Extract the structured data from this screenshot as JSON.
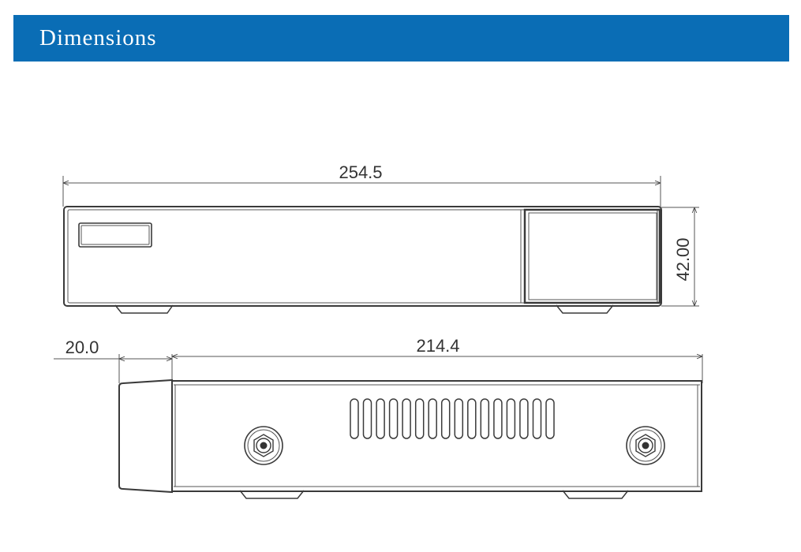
{
  "header": {
    "title": "Dimensions",
    "background_color": "#0a6db5",
    "text_color": "#ffffff"
  },
  "front_view": {
    "width_label": "254.5",
    "height_label": "42.00"
  },
  "side_view": {
    "front_depth_label": "20.0",
    "body_depth_label": "214.4",
    "vent_slot_count": 16,
    "connectors": [
      "connector-left",
      "connector-right"
    ]
  },
  "line_color": "#333333"
}
